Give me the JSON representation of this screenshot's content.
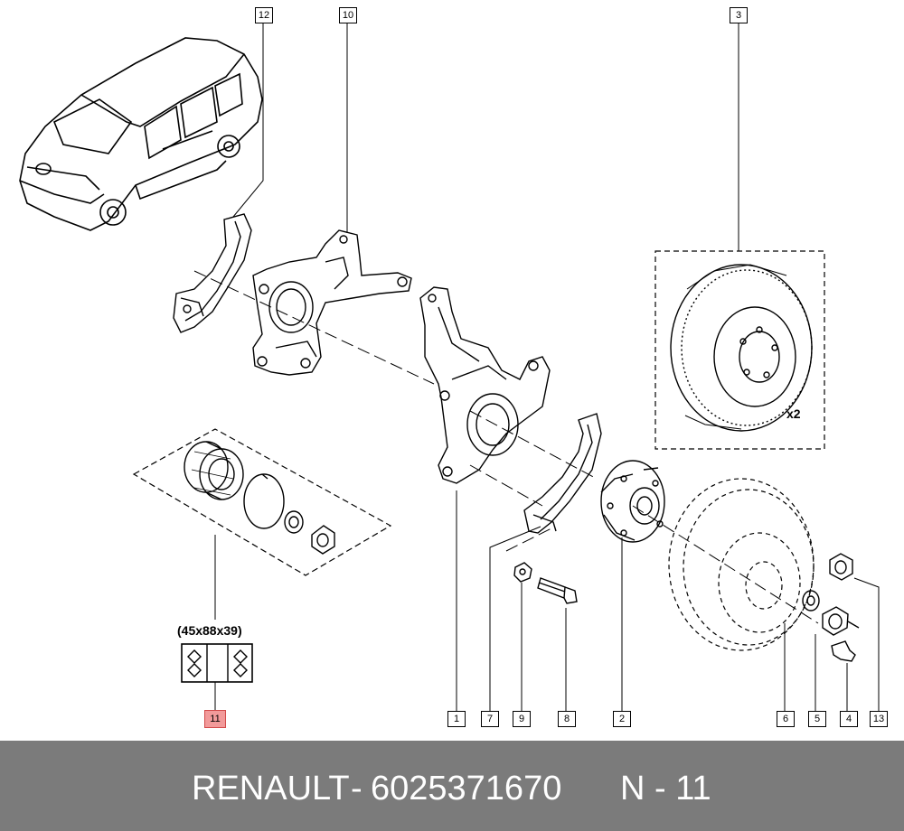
{
  "callouts": {
    "c1": "1",
    "c2": "2",
    "c3": "3",
    "c4": "4",
    "c5": "5",
    "c6": "6",
    "c7": "7",
    "c8": "8",
    "c9": "9",
    "c10": "10",
    "c11": "11",
    "c12": "12",
    "c13": "13"
  },
  "bearing_size": "(45x88x39)",
  "disc_quantity": "x2",
  "footer": {
    "brand": "RENAULT",
    "separator": "-",
    "part_number": "6025371670",
    "reference": "N - 11"
  },
  "colors": {
    "highlight": "#f29a9a",
    "footer_bg": "#7b7b7b",
    "footer_text": "#ffffff"
  }
}
